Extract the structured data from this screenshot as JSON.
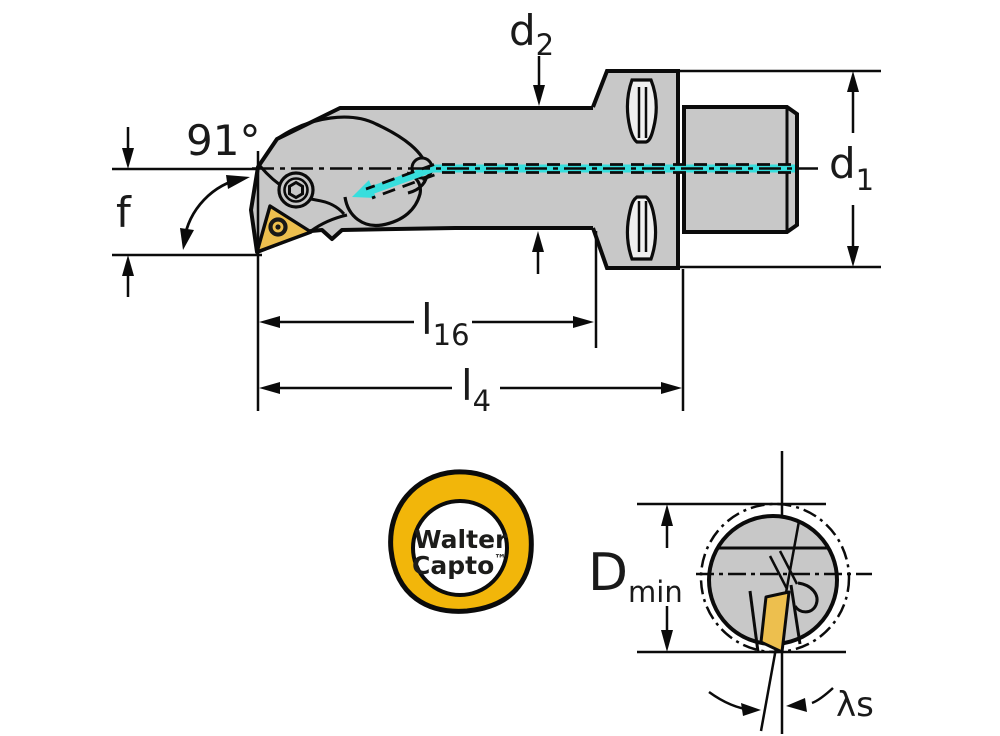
{
  "labels": {
    "angle_91": "91°",
    "f": "f",
    "d2": {
      "base": "d",
      "sub": "2"
    },
    "d1": {
      "base": "d",
      "sub": "1"
    },
    "l16": {
      "base": "l",
      "sub": "16"
    },
    "l4": {
      "base": "l",
      "sub": "4"
    },
    "dmin": {
      "base": "D",
      "sub": "min"
    },
    "lambda_s": "λs"
  },
  "logo": {
    "line1": "Walter",
    "line2": "Capto",
    "trademark": "™"
  },
  "colors": {
    "background": "#ffffff",
    "outline": "#0b0b0b",
    "body_gray": "#c8c8c8",
    "slot_light": "#efefef",
    "coolant_cyan": "#38dedd",
    "insert_gold": "#edbf4e",
    "logo_yellow": "#f2b60a",
    "label_text": "#1a1a1a"
  }
}
